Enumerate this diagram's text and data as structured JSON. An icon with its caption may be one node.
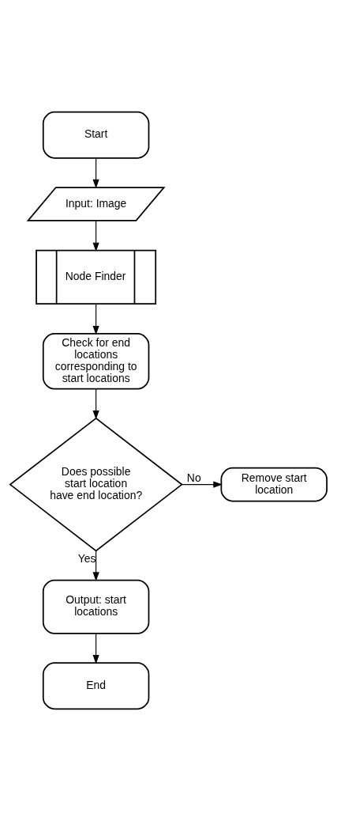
{
  "diagram": {
    "nodes": [
      {
        "text": [
          "Start"
        ]
      },
      {
        "text": [
          "Input: Image"
        ]
      },
      {
        "text": [
          "Node Finder"
        ]
      },
      {
        "text": [
          "Check for end locations corresponding to start locations"
        ]
      },
      {
        "text": [
          "Does possible start location have end location?"
        ]
      },
      {
        "text": [
          "Remove start location"
        ]
      },
      {
        "text": [
          "Output: start locations"
        ]
      },
      {
        "text": [
          "End"
        ]
      }
    ],
    "edges": [
      {
        "from": 0,
        "to": 1,
        "arrow": "to"
      },
      {
        "from": 1,
        "to": 2,
        "arrow": "to"
      },
      {
        "from": 2,
        "to": 3,
        "arrow": "to"
      },
      {
        "from": 3,
        "to": 4,
        "arrow": "to"
      },
      {
        "from": 4,
        "to": 5,
        "arrow": "to",
        "label": "No"
      },
      {
        "from": 4,
        "to": 6,
        "arrow": "to",
        "label": "Yes"
      },
      {
        "from": 6,
        "to": 7,
        "arrow": "to"
      }
    ]
  }
}
